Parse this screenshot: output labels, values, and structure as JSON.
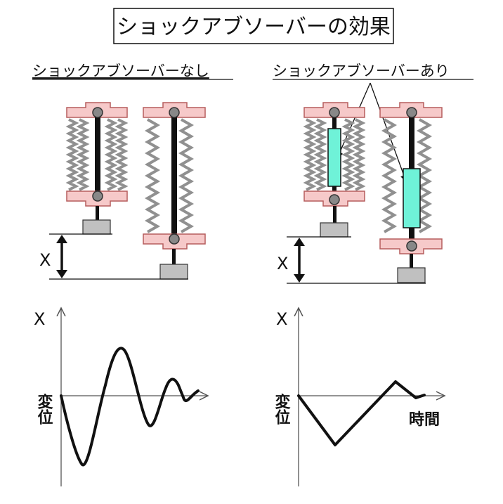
{
  "title": "ショックアブソーバーの効果",
  "left_panel": {
    "heading": "ショックアブソーバーなし",
    "displacement_symbol": "X"
  },
  "right_panel": {
    "heading": "ショックアブソーバーあり",
    "displacement_symbol": "X"
  },
  "graphs": {
    "left": {
      "y_axis_symbol": "X",
      "y_axis_label": "変位",
      "x_axis_label": ""
    },
    "right": {
      "y_axis_symbol": "X",
      "y_axis_label": "変位",
      "x_axis_label": "時間"
    }
  },
  "colors": {
    "mount_pink": "#f6c9c9",
    "mount_outline": "#b55d5d",
    "damper_cyan": "#6ff2d8",
    "spring_gray": "#909090",
    "weight_gray": "#c0c0c0"
  }
}
